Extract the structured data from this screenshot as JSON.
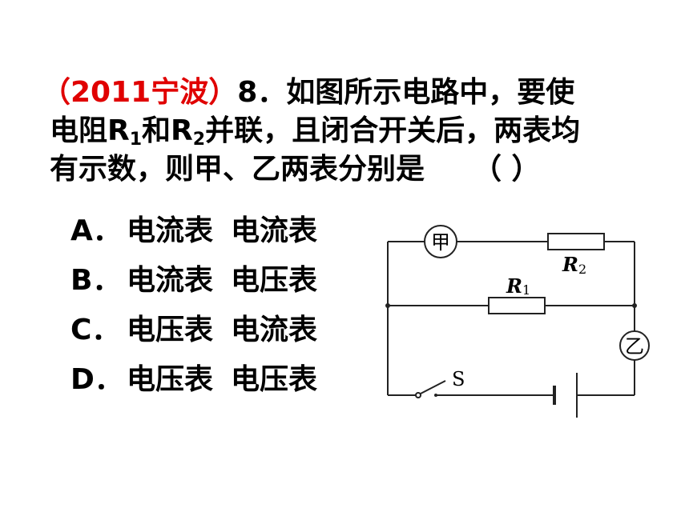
{
  "question": {
    "source": "（2011宁波）",
    "number": "8．",
    "line1_text": "如图所示电路中，要使",
    "line2_a": "电阻R",
    "line2_sub1": "1",
    "line2_b": "和R",
    "line2_sub2": "2",
    "line2_c": "并联，且闭合开关后，两表均",
    "line3_text": "有示数，则甲、乙两表分别是",
    "bracket": "（    ）"
  },
  "options": [
    {
      "letter": "A．",
      "first": "电流表",
      "second": "电流表"
    },
    {
      "letter": "B．",
      "first": "电流表",
      "second": "电压表"
    },
    {
      "letter": "C．",
      "first": "电压表",
      "second": "电流表"
    },
    {
      "letter": "D．",
      "first": "电压表",
      "second": "电压表"
    }
  ],
  "circuit": {
    "meter_jia": "甲",
    "meter_yi": "乙",
    "r2_letter": "R",
    "r2_sub": "2",
    "r1_letter": "R",
    "r1_sub": "1",
    "switch_label": "S"
  }
}
